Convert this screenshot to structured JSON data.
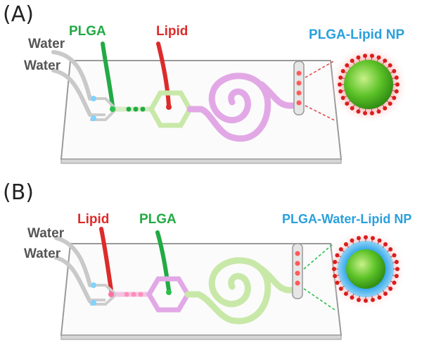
{
  "colors": {
    "water": "#555555",
    "plga": "#22aa44",
    "lipid": "#dd2b2b",
    "np_label": "#2aa0dd",
    "spiral_a": "#e2a8e6",
    "spiral_b": "#c8e8a8",
    "chip_edge": "#9a9a9a"
  },
  "panels": [
    {
      "id": "A",
      "panel_label": "(A)",
      "labels": {
        "water_top": "Water",
        "water_bottom": "Water",
        "plga": "PLGA",
        "lipid": "Lipid",
        "nanoparticle": "PLGA-Lipid NP"
      }
    },
    {
      "id": "B",
      "panel_label": "(B)",
      "labels": {
        "water_top": "Water",
        "water_bottom": "Water",
        "lipid": "Lipid",
        "plga": "PLGA",
        "nanoparticle": "PLGA-Water-Lipid NP"
      }
    }
  ]
}
